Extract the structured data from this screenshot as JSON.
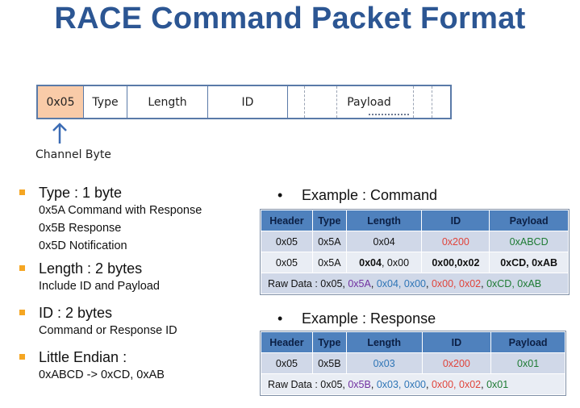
{
  "title": "RACE Command Packet Format",
  "packet": {
    "fields": [
      "0x05",
      "Type",
      "Length",
      "ID",
      "Payload"
    ],
    "channel_label": "Channel Byte"
  },
  "bullets": [
    {
      "head": "Type : 1 byte",
      "subs": [
        "0x5A Command with Response",
        "0x5B Response",
        "0x5D Notification"
      ]
    },
    {
      "head": "Length : 2 bytes",
      "subs": [
        "Include ID and Payload"
      ]
    },
    {
      "head": "ID : 2 bytes",
      "subs": [
        "Command or Response ID"
      ]
    },
    {
      "head": "Little Endian :",
      "subs": [
        "0xABCD -> 0xCD, 0xAB"
      ]
    }
  ],
  "colors": {
    "title": "#2c5693",
    "channel_fill": "#f9cba8",
    "bullet": "#f5a623",
    "table_header": "#4f81bd"
  },
  "example_command": {
    "heading": "Example : Command",
    "headers": [
      "Header",
      "Type",
      "Length",
      "ID",
      "Payload"
    ],
    "row1": [
      "0x05",
      "0x5A",
      "0x04",
      "0x200",
      "0xABCD"
    ],
    "row2": [
      "0x05",
      "0x5A",
      "0x04",
      ", 0x00",
      "0x00,0x02",
      "0xCD, 0xAB"
    ],
    "raw_prefix": "Raw Data : 0x05, ",
    "raw_parts": [
      "0x5A",
      ", ",
      "0x04, 0x00",
      ", ",
      "0x00, 0x02",
      ", ",
      "0xCD, 0xAB"
    ]
  },
  "example_response": {
    "heading": "Example : Response",
    "headers": [
      "Header",
      "Type",
      "Length",
      "ID",
      "Payload"
    ],
    "row1": [
      "0x05",
      "0x5B",
      "0x03",
      "0x200",
      "0x01"
    ],
    "raw_prefix": "Raw Data : 0x05, ",
    "raw_parts": [
      "0x5B",
      ", ",
      "0x03, 0x00",
      ", ",
      "0x00, 0x02",
      ", ",
      "0x01"
    ]
  }
}
